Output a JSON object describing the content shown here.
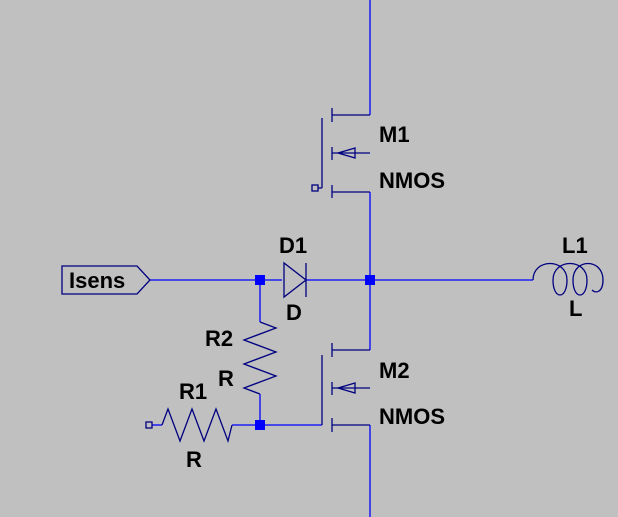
{
  "colors": {
    "background": "#c0c0c0",
    "wire": "#0000ff",
    "symbol": "#000080",
    "text": "#000000"
  },
  "net_label": "Isens",
  "components": {
    "m1": {
      "name": "M1",
      "value": "NMOS"
    },
    "m2": {
      "name": "M2",
      "value": "NMOS"
    },
    "d1": {
      "name": "D1",
      "value": "D"
    },
    "r1": {
      "name": "R1",
      "value": "R"
    },
    "r2": {
      "name": "R2",
      "value": "R"
    },
    "l1": {
      "name": "L1",
      "value": "L"
    }
  }
}
